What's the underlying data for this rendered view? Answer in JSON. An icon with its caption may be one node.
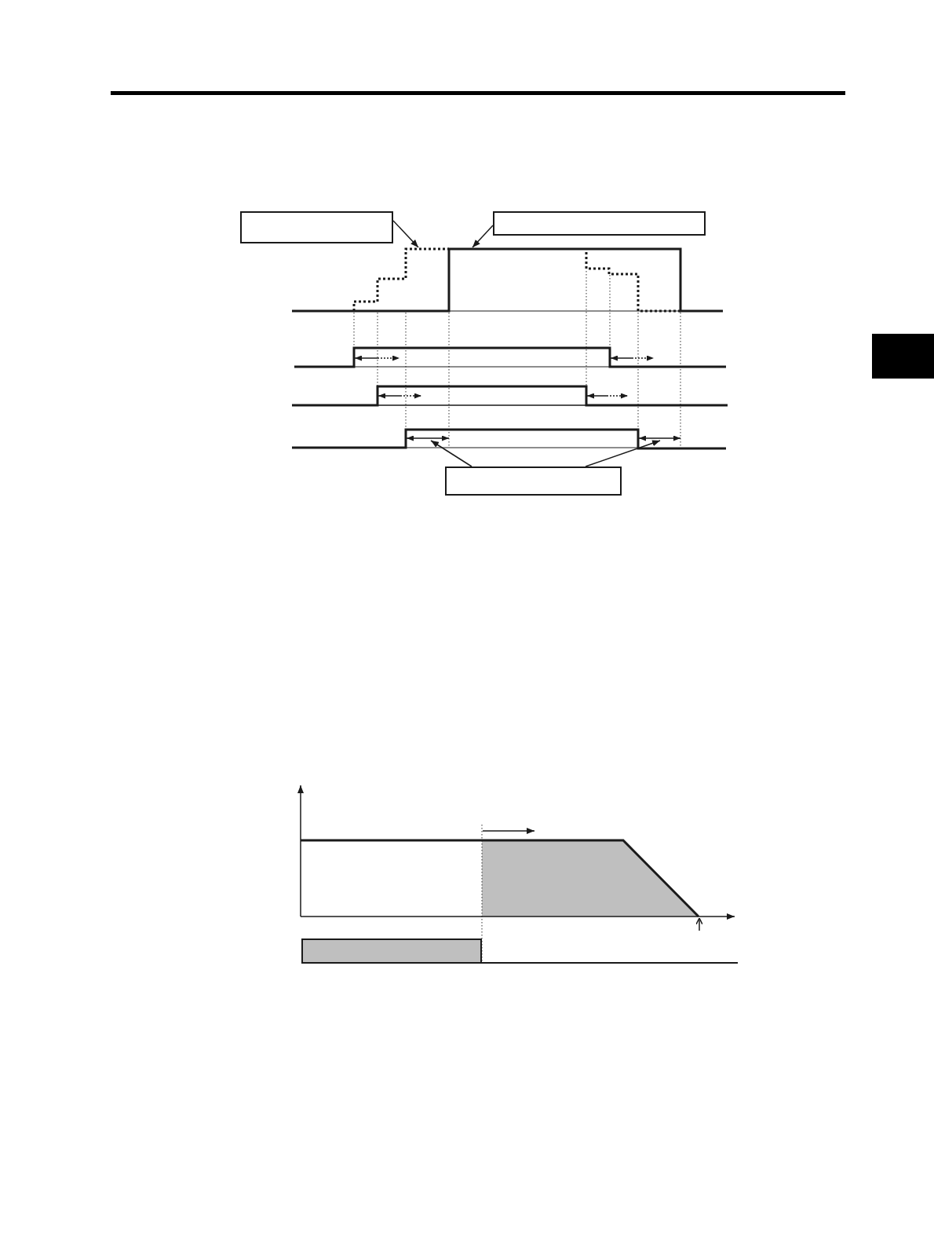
{
  "diagram": {
    "nodes": [
      {
        "text": [],
        "shape": "box"
      },
      {
        "text": [],
        "shape": "box"
      },
      {
        "text": [],
        "shape": "box"
      }
    ],
    "edges": [
      {
        "from": 0,
        "to": null,
        "arrow": "to"
      },
      {
        "from": 1,
        "to": null,
        "arrow": "to"
      },
      {
        "from": 2,
        "to": null,
        "arrow": "to"
      },
      {
        "from": 2,
        "to": null,
        "arrow": "to"
      }
    ]
  }
}
